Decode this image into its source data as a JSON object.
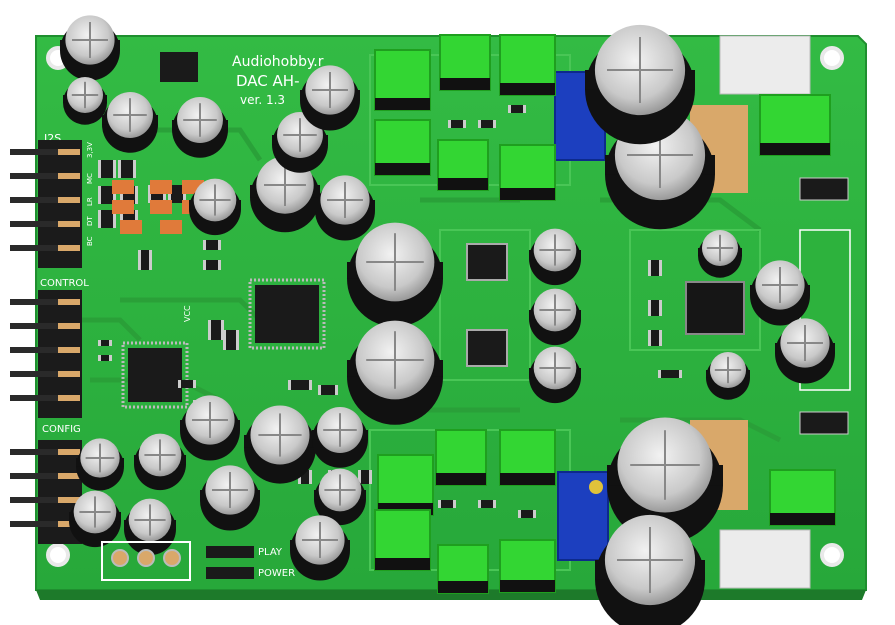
{
  "board": {
    "brand": "Audiohobby.r",
    "model": "DAC AH-",
    "version": "ver. 1.3"
  },
  "labels": {
    "i2s": "I2S",
    "control": "CONTROL",
    "config": "CONFIG",
    "play": "PLAY",
    "power": "POWER",
    "vcc": "VCC",
    "i2s_pins": [
      "3,3V",
      "MC",
      "LR",
      "DT",
      "BC"
    ]
  },
  "colors": {
    "pcb": "#2db23d",
    "silkscreen": "#ffffff",
    "relay": "#33d633",
    "trimmer": "#1c3fbf",
    "electrolytic": "#111111",
    "pad_gold": "#d9a86a"
  }
}
